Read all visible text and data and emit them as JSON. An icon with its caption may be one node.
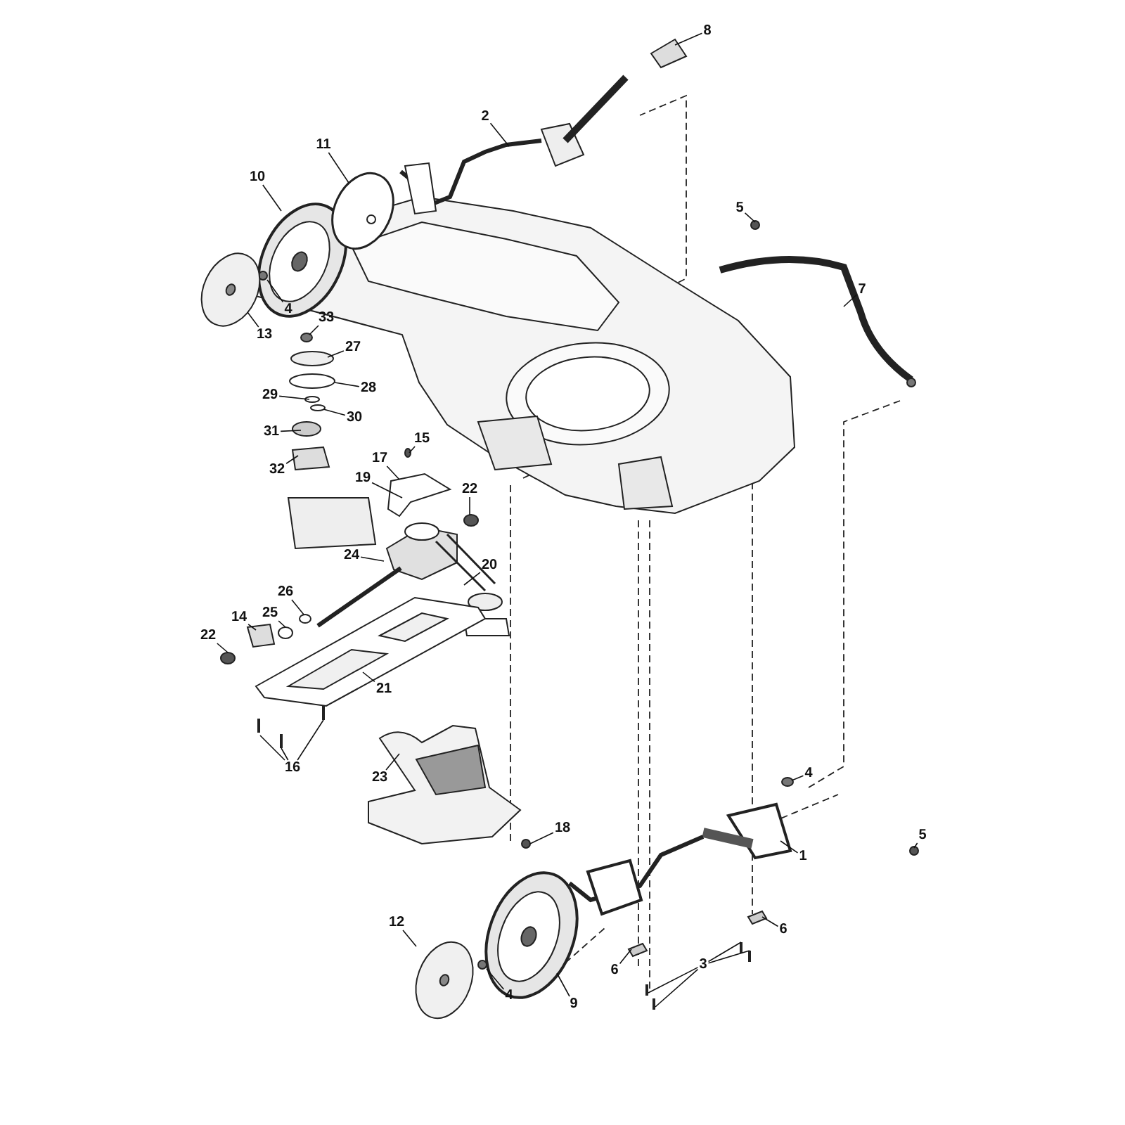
{
  "diagram": {
    "nodes": [
      {
        "text": [
          "8"
        ]
      },
      {
        "text": [
          "2"
        ]
      },
      {
        "text": [
          "11"
        ]
      },
      {
        "text": [
          "10"
        ]
      },
      {
        "text": [
          "5"
        ]
      },
      {
        "text": [
          "7"
        ]
      },
      {
        "text": [
          "4"
        ]
      },
      {
        "text": [
          "13"
        ]
      },
      {
        "text": [
          "33"
        ]
      },
      {
        "text": [
          "27"
        ]
      },
      {
        "text": [
          "28"
        ]
      },
      {
        "text": [
          "29"
        ]
      },
      {
        "text": [
          "30"
        ]
      },
      {
        "text": [
          "31"
        ]
      },
      {
        "text": [
          "32"
        ]
      },
      {
        "text": [
          "15"
        ]
      },
      {
        "text": [
          "17"
        ]
      },
      {
        "text": [
          "19"
        ]
      },
      {
        "text": [
          "22"
        ]
      },
      {
        "text": [
          "24"
        ]
      },
      {
        "text": [
          "20"
        ]
      },
      {
        "text": [
          "26"
        ]
      },
      {
        "text": [
          "25"
        ]
      },
      {
        "text": [
          "14"
        ]
      },
      {
        "text": [
          "22"
        ]
      },
      {
        "text": [
          "21"
        ]
      },
      {
        "text": [
          "16"
        ]
      },
      {
        "text": [
          "23"
        ]
      },
      {
        "text": [
          "4"
        ]
      },
      {
        "text": [
          "18"
        ]
      },
      {
        "text": [
          "5"
        ]
      },
      {
        "text": [
          "1"
        ]
      },
      {
        "text": [
          "12"
        ]
      },
      {
        "text": [
          "6"
        ]
      },
      {
        "text": [
          "6"
        ]
      },
      {
        "text": [
          "4"
        ]
      },
      {
        "text": [
          "3"
        ]
      },
      {
        "text": [
          "9"
        ]
      }
    ],
    "edges": [
      {
        "from": 0,
        "to": null,
        "arrow": "none"
      },
      {
        "from": 1,
        "to": null,
        "arrow": "none"
      },
      {
        "from": 2,
        "to": null,
        "arrow": "none"
      },
      {
        "from": 3,
        "to": null,
        "arrow": "none"
      },
      {
        "from": 4,
        "to": null,
        "arrow": "none"
      },
      {
        "from": 5,
        "to": null,
        "arrow": "none"
      },
      {
        "from": 6,
        "to": null,
        "arrow": "none"
      },
      {
        "from": 7,
        "to": null,
        "arrow": "none"
      },
      {
        "from": 8,
        "to": null,
        "arrow": "none"
      },
      {
        "from": 9,
        "to": null,
        "arrow": "none"
      },
      {
        "from": 10,
        "to": null,
        "arrow": "none"
      },
      {
        "from": 11,
        "to": null,
        "arrow": "none"
      },
      {
        "from": 12,
        "to": null,
        "arrow": "none"
      },
      {
        "from": 13,
        "to": null,
        "arrow": "none"
      },
      {
        "from": 14,
        "to": null,
        "arrow": "none"
      },
      {
        "from": 15,
        "to": null,
        "arrow": "none"
      },
      {
        "from": 16,
        "to": null,
        "arrow": "none"
      },
      {
        "from": 17,
        "to": null,
        "arrow": "none"
      },
      {
        "from": 18,
        "to": null,
        "arrow": "none"
      },
      {
        "from": 19,
        "to": null,
        "arrow": "none"
      },
      {
        "from": 20,
        "to": null,
        "arrow": "none"
      },
      {
        "from": 21,
        "to": null,
        "arrow": "none"
      },
      {
        "from": 22,
        "to": null,
        "arrow": "none"
      },
      {
        "from": 23,
        "to": null,
        "arrow": "none"
      },
      {
        "from": 24,
        "to": null,
        "arrow": "none"
      },
      {
        "from": 25,
        "to": null,
        "arrow": "none"
      },
      {
        "from": 26,
        "to": null,
        "arrow": "none"
      },
      {
        "from": 26,
        "to": null,
        "arrow": "none"
      },
      {
        "from": 26,
        "to": null,
        "arrow": "none"
      },
      {
        "from": 27,
        "to": null,
        "arrow": "none"
      },
      {
        "from": 28,
        "to": null,
        "arrow": "none"
      },
      {
        "from": 29,
        "to": null,
        "arrow": "none"
      },
      {
        "from": 30,
        "to": null,
        "arrow": "none"
      },
      {
        "from": 31,
        "to": null,
        "arrow": "none"
      },
      {
        "from": 32,
        "to": null,
        "arrow": "none"
      },
      {
        "from": 33,
        "to": null,
        "arrow": "none"
      },
      {
        "from": 34,
        "to": null,
        "arrow": "none"
      },
      {
        "from": 35,
        "to": null,
        "arrow": "none"
      },
      {
        "from": 36,
        "to": null,
        "arrow": "none"
      },
      {
        "from": 36,
        "to": null,
        "arrow": "none"
      },
      {
        "from": 36,
        "to": null,
        "arrow": "none"
      },
      {
        "from": 36,
        "to": null,
        "arrow": "none"
      },
      {
        "from": 37,
        "to": null,
        "arrow": "none"
      }
    ]
  }
}
